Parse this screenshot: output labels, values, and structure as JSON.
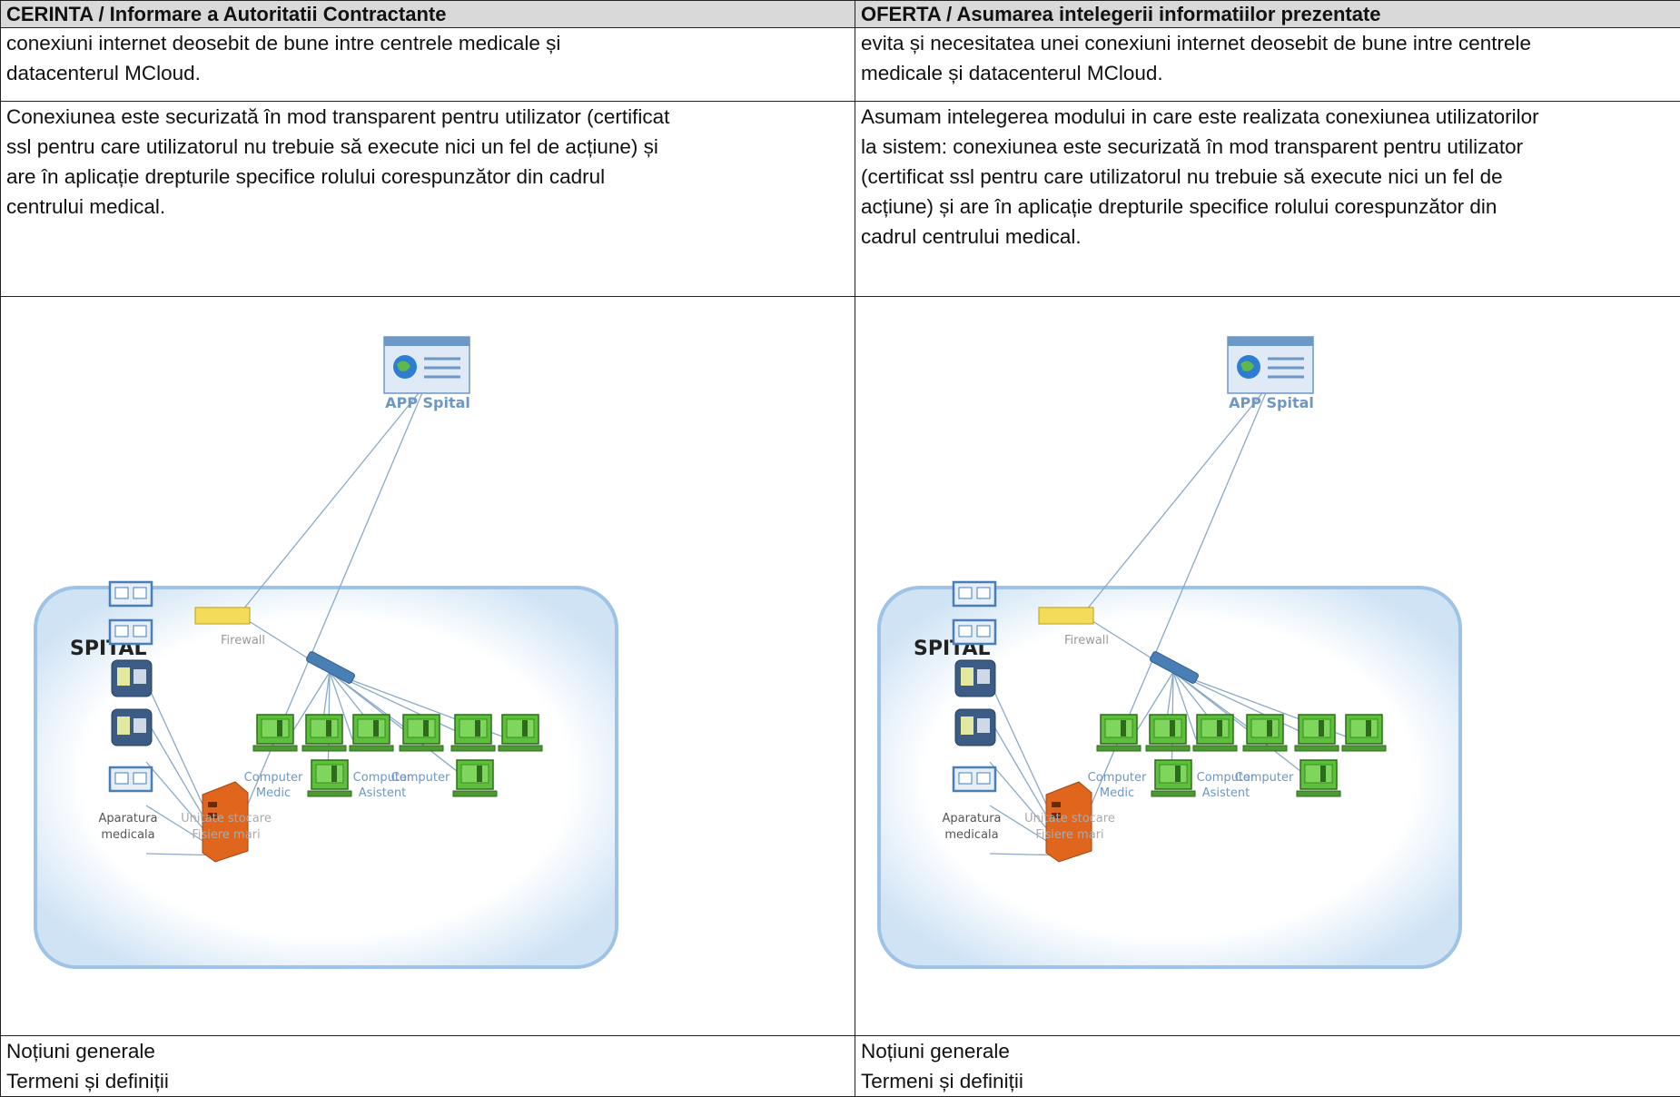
{
  "header": {
    "left": "CERINTA / Informare a Autoritatii Contractante",
    "right": "OFERTA / Asumarea intelegerii informatiilor prezentate"
  },
  "rows": [
    {
      "left": [
        "conexiuni internet deosebit de bune intre centrele medicale și",
        "datacenterul MCloud."
      ],
      "right": [
        "evita și necesitatea unei conexiuni internet deosebit de bune intre centrele",
        "medicale și  datacenterul MCloud."
      ]
    },
    {
      "left": [
        "Conexiunea este securizată în mod transparent pentru utilizator (certificat",
        "ssl pentru care  utilizatorul nu trebuie să execute nici un fel de acțiune) și",
        "are în aplicație drepturile specifice  rolului corespunzător din cadrul",
        "centrului medical."
      ],
      "right": [
        "Asumam intelegerea modului in care este realizata conexiunea utilizatorilor",
        "la sistem: conexiunea este securizată în mod transparent pentru utilizator",
        "(certificat ssl pentru care  utilizatorul nu trebuie să execute nici un fel de",
        "acțiune) și are în aplicație drepturile specifice  rolului corespunzător din",
        "cadrul centrului medical."
      ]
    }
  ],
  "diagram": {
    "app_label": "APP Spital",
    "zone_label": "SPITAL",
    "firewall_label": "Firewall",
    "computer_medic_label": [
      "Computer",
      "Medic"
    ],
    "computer_asistent_label": [
      "Computer",
      "Asistent"
    ],
    "computer_label": "Computer",
    "aparatura_label": [
      "Aparatura",
      "medicala"
    ],
    "storage_label": [
      "Unitate stocare",
      "Fisiere mari"
    ],
    "colors": {
      "zone_border": "#9ec3e6",
      "link": "#8aa9c8",
      "monitor": "#5cc03a",
      "storage": "#e0661e",
      "firewall": "#f2dc5a",
      "app_icon": "#5b9bd5"
    }
  },
  "footer": {
    "left": [
      "Noțiuni generale",
      "Termeni și definiții"
    ],
    "right": [
      "Noțiuni generale",
      "Termeni și definiții"
    ]
  },
  "logo": {
    "color": "#1f6fb5"
  }
}
